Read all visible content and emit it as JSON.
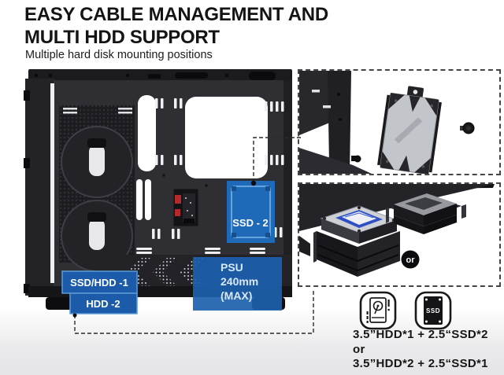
{
  "header": {
    "title_line1": "EASY CABLE MANAGEMENT AND",
    "title_line2": "MULTI HDD SUPPORT",
    "subtitle": "Multiple hard disk mounting positions"
  },
  "case_diagram": {
    "labels": {
      "ssd2": "SSD - 2",
      "ssd_hdd1": "SSD/HDD -1",
      "hdd2": "HDD -2",
      "psu": [
        "PSU",
        "240mm",
        "(MAX)"
      ]
    }
  },
  "side_panels": {
    "or_badge": "or"
  },
  "capacity_info": {
    "ssd_icon_text": "SSD",
    "line1": "3.5”HDD*1 + 2.5“SSD*2",
    "line2": "or",
    "line3": "3.5”HDD*2 + 2.5“SSD*1"
  },
  "colors": {
    "label_blue": "#1b5ba9",
    "label_blue_border": "#5d9bd8",
    "ssd2_blue": "#1f6ab8",
    "psu_text": "#d8e8fb",
    "title_text": "#141414",
    "case_body": "#2e2e33",
    "background_fade": "#e8e8eb"
  }
}
